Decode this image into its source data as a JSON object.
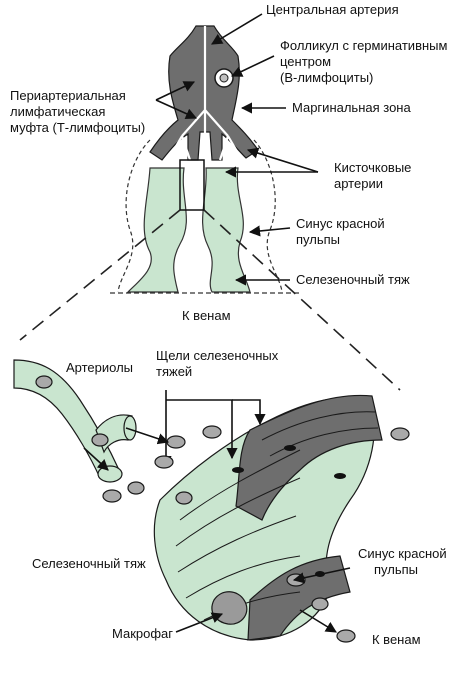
{
  "colors": {
    "tissue_dark": "#6e6e6e",
    "tissue_light": "#c9e5cf",
    "outline": "#1a1a1a",
    "cell_fill": "#a9a9a9",
    "background": "#ffffff"
  },
  "labels": {
    "central_artery": "Центральная артерия",
    "follicle_line1": "Фолликул с герминативным",
    "follicle_line2": "центром",
    "follicle_line3": "(В-лимфоциты)",
    "pals_line1": "Периартериальная",
    "pals_line2": "лимфатическая",
    "pals_line3": "муфта (Т-лимфоциты)",
    "marginal_zone": "Маргинальная зона",
    "penicillar_line1": "Кисточковые",
    "penicillar_line2": "артерии",
    "sinus_top_line1": "Синус красной",
    "sinus_top_line2": "пульпы",
    "cord_top": "Селезеночный тяж",
    "to_veins_top": "К венам",
    "arterioles": "Артериолы",
    "slits_line1": "Щели селезеночных",
    "slits_line2": "тяжей",
    "cord_bottom": "Селезеночный тяж",
    "sinus_bottom_line1": "Синус красной",
    "sinus_bottom_line2": "пульпы",
    "macrophage": "Макрофаг",
    "to_veins_bottom": "К венам"
  }
}
